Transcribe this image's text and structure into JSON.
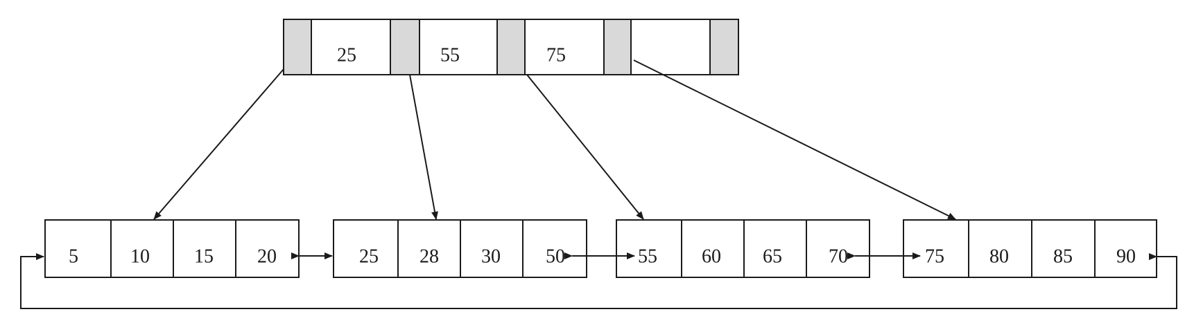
{
  "root": {
    "keys": [
      "25",
      "55",
      "75",
      ""
    ]
  },
  "leaves": [
    {
      "keys": [
        "5",
        "10",
        "15",
        "20"
      ]
    },
    {
      "keys": [
        "25",
        "28",
        "30",
        "50"
      ]
    },
    {
      "keys": [
        "55",
        "60",
        "65",
        "70"
      ]
    },
    {
      "keys": [
        "75",
        "80",
        "85",
        "90"
      ]
    }
  ],
  "colors": {
    "pointer_cell": "#d9d9d9",
    "stroke": "#1a1a1a"
  }
}
